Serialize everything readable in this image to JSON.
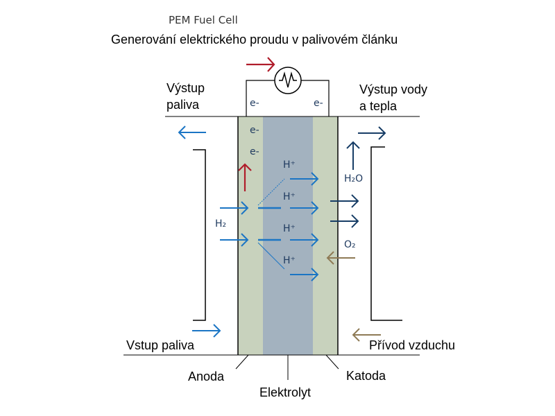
{
  "header": {
    "top_title": "PEM Fuel Cell",
    "subtitle": "Generování elektrického proudu v palivovém článku"
  },
  "labels": {
    "fuel_out_line1": "Výstup",
    "fuel_out_line2": "paliva",
    "water_out_line1": "Výstup vody",
    "water_out_line2": "a tepla",
    "fuel_in": "Vstup paliva",
    "air_in": "Přívod vzduchu",
    "anode": "Anoda",
    "electrolyte": "Elektrolyt",
    "cathode": "Katoda"
  },
  "species": {
    "electron": "e-",
    "hydrogen_ion": "H⁺",
    "hydrogen": "H₂",
    "water": "H₂O",
    "oxygen": "O₂"
  },
  "colors": {
    "electrode": "#c8d2bd",
    "electrolyte": "#a3b2bf",
    "hydrogen_arrow": "#1b75c4",
    "electron_arrow": "#b01c2a",
    "water_arrow": "#173d66",
    "air_arrow": "#8e7a55"
  }
}
